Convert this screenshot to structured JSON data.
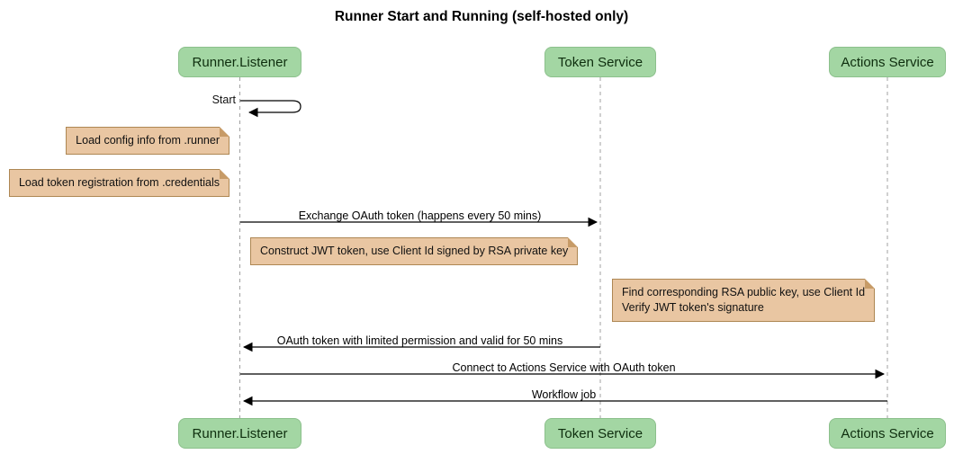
{
  "title": "Runner Start and Running (self-hosted only)",
  "participants": [
    {
      "name": "Runner.Listener"
    },
    {
      "name": "Token Service"
    },
    {
      "name": "Actions Service"
    }
  ],
  "messages": {
    "start": "Start",
    "exchange": "Exchange OAuth token (happens every 50 mins)",
    "oauth_return": "OAuth token with limited permission and valid for 50 mins",
    "connect": "Connect to Actions Service with OAuth token",
    "workflow": "Workflow job"
  },
  "notes": {
    "load_config": "Load config info from .runner",
    "load_credentials": "Load token registration from .credentials",
    "construct_jwt": "Construct JWT token, use Client Id signed by RSA private key",
    "verify_line1": "Find corresponding RSA public key, use Client Id",
    "verify_line2": "Verify JWT token's signature"
  },
  "colors": {
    "actor_fill": "#A3D6A3",
    "note_fill": "#E9C6A2",
    "note_border": "#AE8753",
    "lifeline": "#A0A0A0",
    "arrow": "#000000"
  }
}
